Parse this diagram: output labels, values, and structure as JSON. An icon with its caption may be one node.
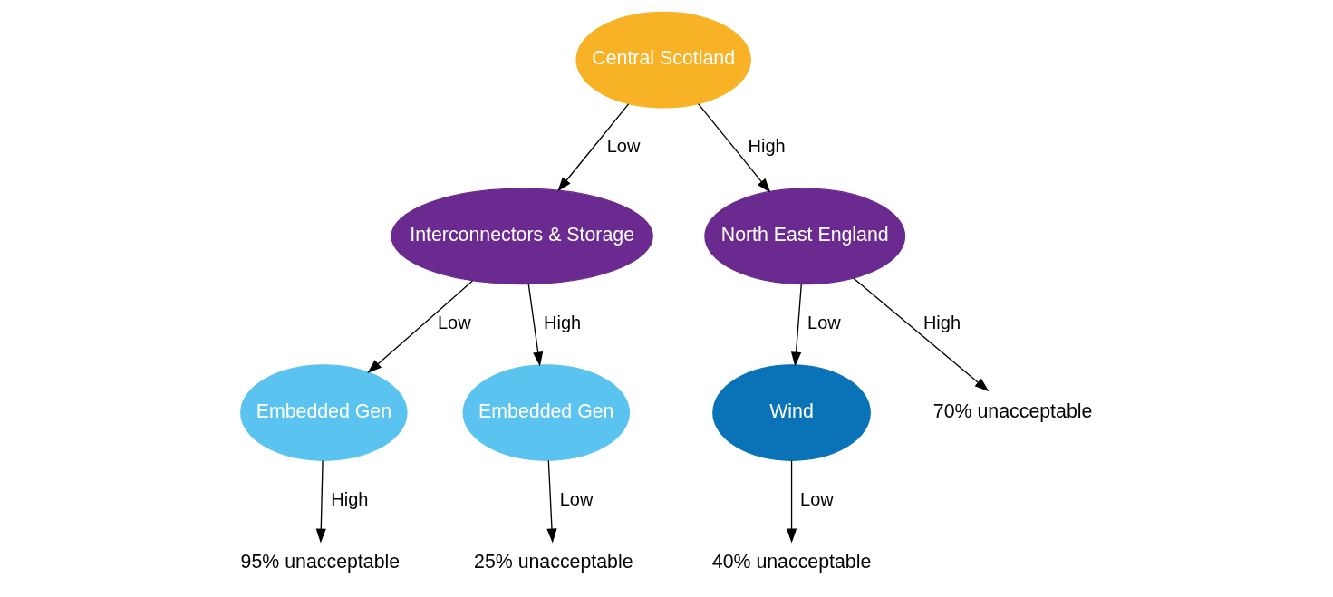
{
  "diagram": {
    "nodes": [
      {
        "text": [
          "Central Scotland"
        ]
      },
      {
        "text": [
          "Interconnectors & Storage"
        ]
      },
      {
        "text": [
          "North East England"
        ]
      },
      {
        "text": [
          "Embedded Gen"
        ]
      },
      {
        "text": [
          "Embedded Gen"
        ]
      },
      {
        "text": [
          "Wind"
        ]
      },
      {
        "text": [
          "70% unacceptable"
        ]
      },
      {
        "text": [
          "95% unacceptable"
        ]
      },
      {
        "text": [
          "25% unacceptable"
        ]
      },
      {
        "text": [
          "40% unacceptable"
        ]
      }
    ],
    "edges": [
      {
        "from": 0,
        "to": 1,
        "arrow": "to",
        "label": "Low"
      },
      {
        "from": 0,
        "to": 2,
        "arrow": "to",
        "label": "High"
      },
      {
        "from": 1,
        "to": 3,
        "arrow": "to",
        "label": "Low"
      },
      {
        "from": 1,
        "to": 4,
        "arrow": "to",
        "label": "High"
      },
      {
        "from": 2,
        "to": 5,
        "arrow": "to",
        "label": "Low"
      },
      {
        "from": 2,
        "to": 6,
        "arrow": "to",
        "label": "High"
      },
      {
        "from": 3,
        "to": 7,
        "arrow": "to",
        "label": "High"
      },
      {
        "from": 4,
        "to": 8,
        "arrow": "to",
        "label": "Low"
      },
      {
        "from": 5,
        "to": 9,
        "arrow": "to",
        "label": "Low"
      }
    ]
  }
}
